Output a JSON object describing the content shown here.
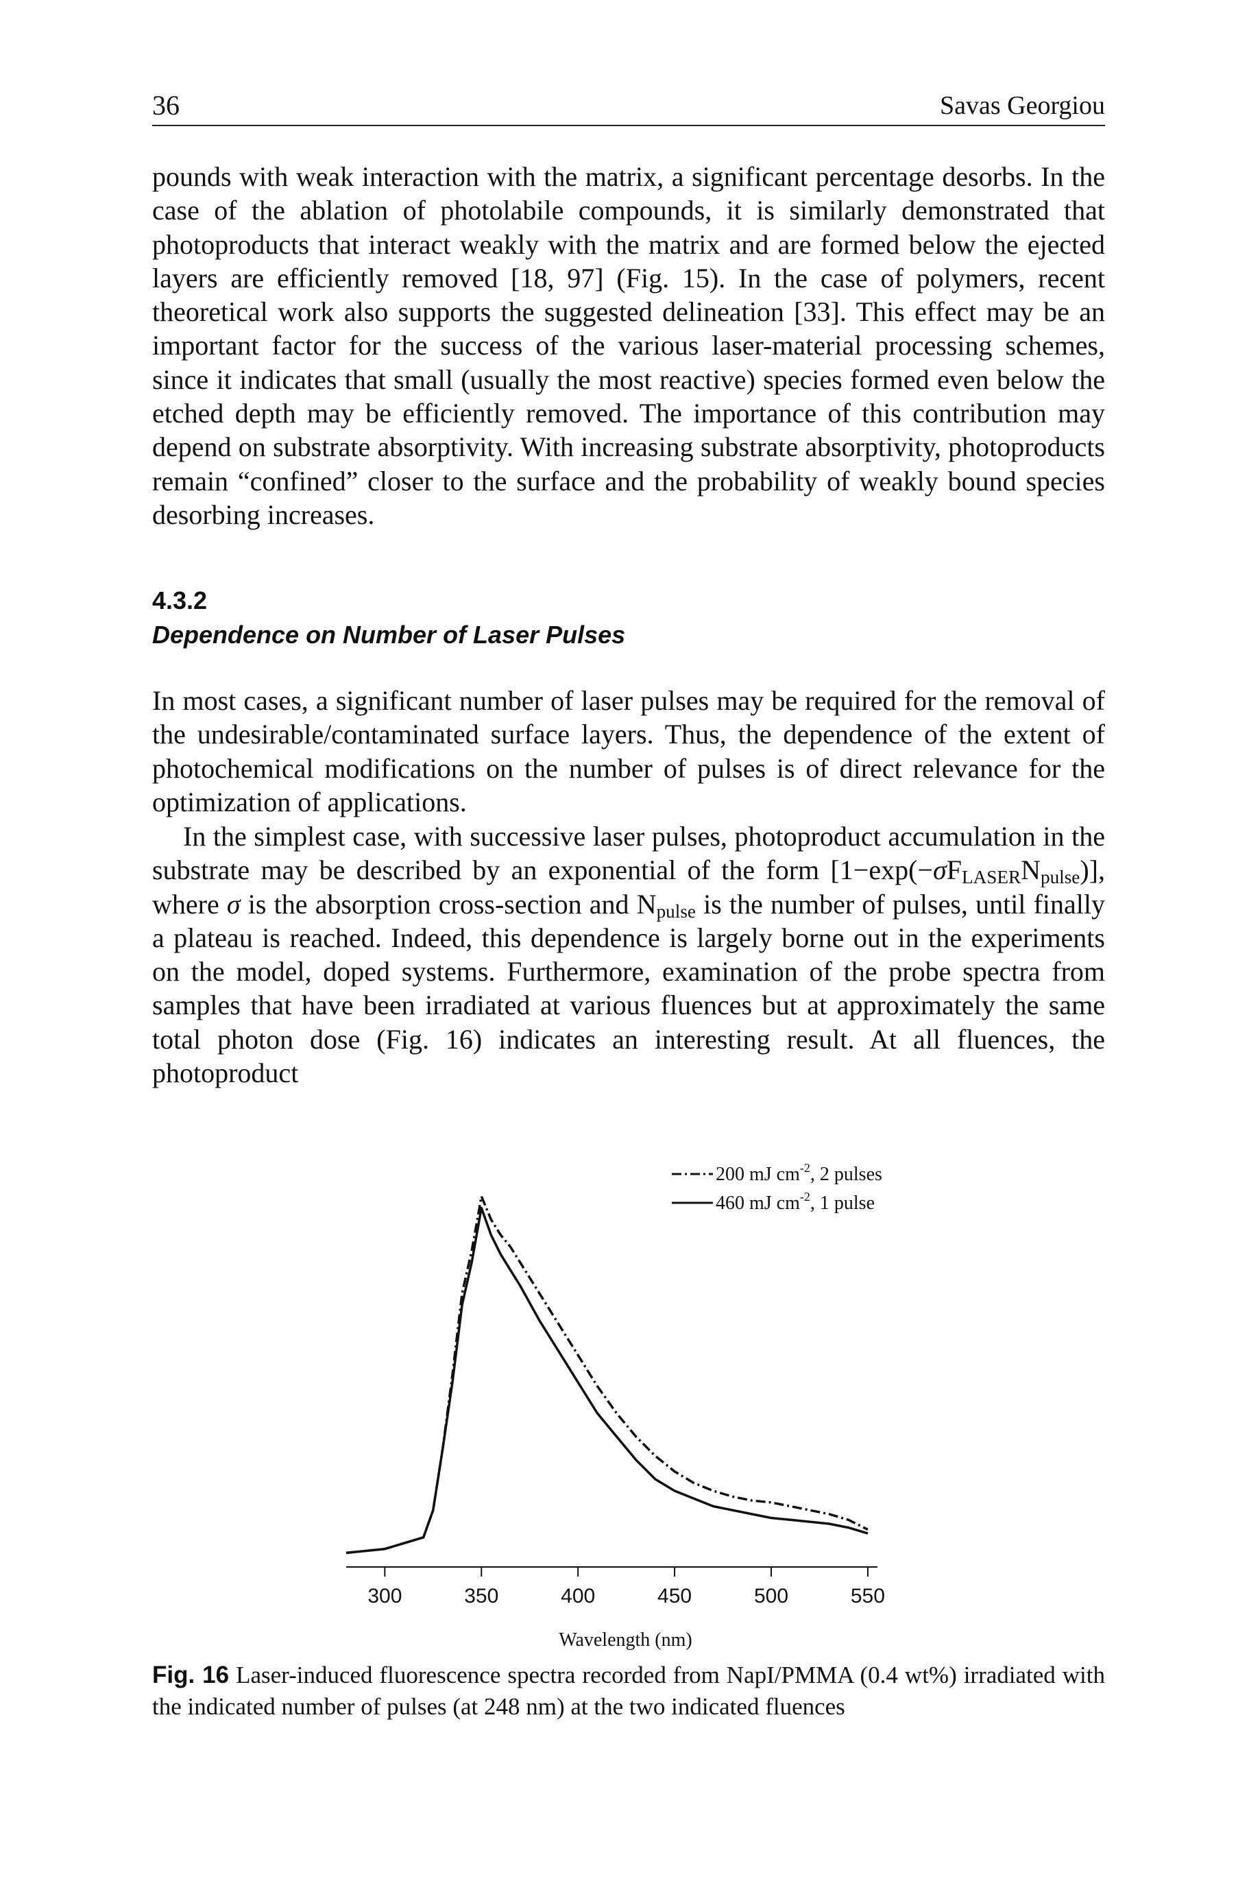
{
  "header": {
    "page_number": "36",
    "running_head": "Savas Georgiou"
  },
  "paragraphs": [
    "pounds with weak interaction with the matrix, a significant percentage desorbs. In the case of the ablation of photolabile compounds, it is similarly demonstrated that photoproducts that interact weakly with the matrix and are formed below the ejected layers are efficiently removed [18, 97] (Fig. 15). In the case of polymers, recent theoretical work also supports the suggested delineation [33]. This effect may be an important factor for the success of the various laser-material processing schemes, since it indicates that small (usually the most reactive) species formed even below the etched depth may be efficiently removed. The importance of this contribution may depend on substrate absorptivity. With increasing substrate absorptivity, photoproducts remain “confined” closer to the surface and the probability of weakly bound species desorbing increases.",
    "In most cases, a significant number of laser pulses may be required for the removal of the undesirable/contaminated surface layers. Thus, the dependence of the extent of photochemical modifications on the number of pulses is of direct relevance for the optimization of applications."
  ],
  "section": {
    "number": "4.3.2",
    "title": "Dependence on Number of Laser Pulses"
  },
  "paragraph3": {
    "before_formula": "In the simplest case, with successive laser pulses, photoproduct accumulation in the substrate may be described by an exponential of the form [1−exp(−",
    "sigma": "σ",
    "F": "F",
    "F_sub": "LASER",
    "N": "N",
    "N_sub": "pulse",
    "after_formula": ")], where ",
    "sigma2": "σ",
    "mid": " is the absorption cross-section and ",
    "N2": "N",
    "N2_sub": "pulse",
    "after_N": " is the number of pulses, until finally a plateau is reached. Indeed, this dependence is largely borne out in the experiments on the model, doped systems. Furthermore, examination of the probe spectra from samples that have been irradiated at various fluences but at approximately the same total photon dose (Fig. 16) indicates an interesting result. At all fluences, the photoproduct"
  },
  "figure": {
    "caption_label": "Fig. 16",
    "caption_text": " Laser-induced fluorescence spectra recorded from NapI/PMMA (0.4 wt%) irradiated with the indicated number of pulses (at 248 nm) at the two indicated fluences"
  },
  "chart_data": {
    "type": "line",
    "xlabel": "Wavelength (nm)",
    "ylabel": "",
    "xlim": [
      280,
      555
    ],
    "ylim": [
      0,
      1
    ],
    "x_ticks": [
      300,
      350,
      400,
      450,
      500,
      550
    ],
    "tick_labels": [
      "300",
      "350",
      "400",
      "450",
      "500",
      "550"
    ],
    "legend_position": "top-right",
    "series": [
      {
        "name": "200 mJ cm",
        "name_exponent": "-2",
        "name_suffix": ", 2 pulses",
        "style": "dash-dot",
        "x": [
          280,
          300,
          320,
          325,
          330,
          335,
          340,
          345,
          350,
          355,
          360,
          365,
          370,
          380,
          390,
          400,
          410,
          420,
          430,
          440,
          450,
          460,
          470,
          480,
          490,
          500,
          510,
          520,
          530,
          540,
          550
        ],
        "y": [
          0.01,
          0.02,
          0.05,
          0.12,
          0.28,
          0.47,
          0.68,
          0.79,
          0.93,
          0.87,
          0.83,
          0.8,
          0.76,
          0.68,
          0.6,
          0.52,
          0.44,
          0.37,
          0.31,
          0.26,
          0.22,
          0.19,
          0.17,
          0.155,
          0.145,
          0.14,
          0.13,
          0.12,
          0.11,
          0.095,
          0.07
        ]
      },
      {
        "name": "460 mJ cm",
        "name_exponent": "-2",
        "name_suffix": ", 1 pulse",
        "style": "solid",
        "x": [
          280,
          300,
          320,
          325,
          330,
          335,
          340,
          345,
          350,
          355,
          360,
          365,
          370,
          380,
          390,
          400,
          410,
          420,
          430,
          440,
          450,
          460,
          470,
          480,
          490,
          500,
          510,
          520,
          530,
          540,
          550
        ],
        "y": [
          0.01,
          0.02,
          0.05,
          0.12,
          0.28,
          0.45,
          0.65,
          0.76,
          0.9,
          0.83,
          0.78,
          0.74,
          0.7,
          0.61,
          0.53,
          0.45,
          0.37,
          0.31,
          0.25,
          0.2,
          0.17,
          0.15,
          0.13,
          0.12,
          0.11,
          0.1,
          0.095,
          0.09,
          0.085,
          0.075,
          0.06
        ]
      }
    ]
  }
}
